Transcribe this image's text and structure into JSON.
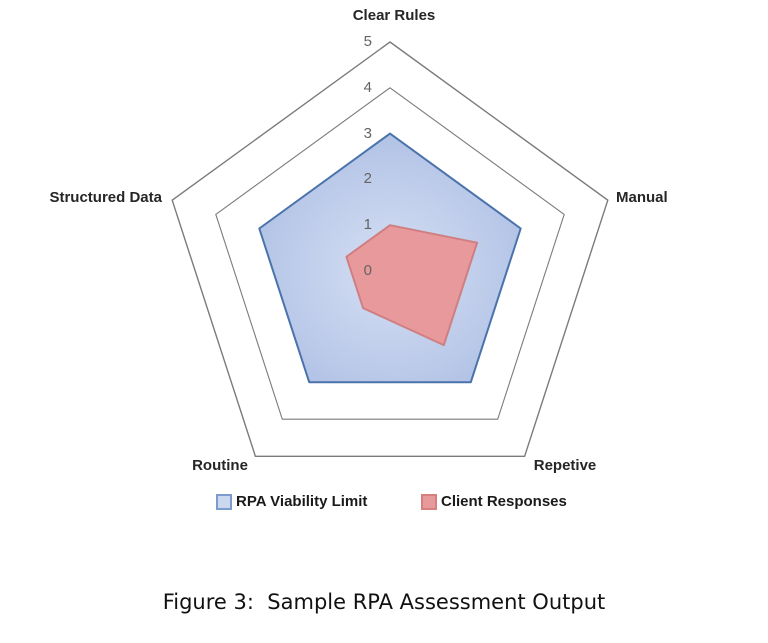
{
  "figure": {
    "caption": "Figure 3:  Sample RPA Assessment Output"
  },
  "chart_data": {
    "type": "radar",
    "title": "",
    "categories": [
      "Clear Rules",
      "Manual",
      "Repetive",
      "Routine",
      "Structured Data"
    ],
    "series": [
      {
        "name": "RPA Viability Limit",
        "values": [
          3,
          3,
          3,
          3,
          3
        ],
        "fill_center": "#d5dff3",
        "fill_mid": "#bac9e9",
        "fill_edge": "#a3b7de",
        "stroke": "#4a73ab",
        "legend_swatch_bg": "#ccd8f0",
        "legend_swatch_border": "#7e9bcd"
      },
      {
        "name": "Client Responses",
        "values": [
          1,
          2,
          2,
          1,
          1
        ],
        "fill": "#e8999b",
        "stroke": "#cf7f81",
        "legend_swatch_bg": "#e8999b",
        "legend_swatch_border": "#d57f81"
      }
    ],
    "r_axis": {
      "min": 0,
      "max": 5,
      "tick_labels": [
        "5",
        "4",
        "3",
        "2",
        "1",
        "0"
      ],
      "grid_color": "#7b7b7b"
    },
    "legend_position": "bottom",
    "grid": "concentric-pentagons"
  }
}
